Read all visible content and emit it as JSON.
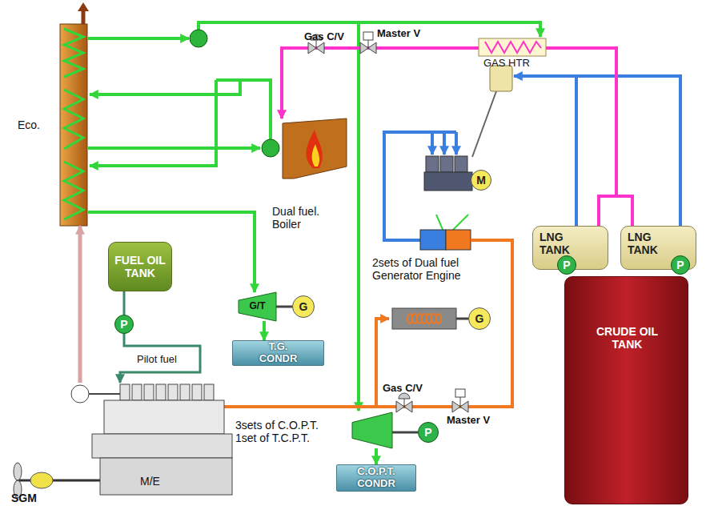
{
  "diagram": {
    "nodes": [
      {
        "text": [
          "Eco."
        ]
      },
      {
        "text": [
          "GAS HTR"
        ]
      },
      {
        "text": [
          "Dual fuel. Boiler"
        ]
      },
      {
        "text": [
          "FUEL OIL TANK"
        ]
      },
      {
        "text": [
          "LNG TANK"
        ]
      },
      {
        "text": [
          "P"
        ],
        "in": 4
      },
      {
        "text": [
          "LNG TANK"
        ]
      },
      {
        "text": [
          "P"
        ],
        "in": 6
      },
      {
        "text": [
          "2sets of Dual fuel Generator Engine"
        ]
      },
      {
        "text": [
          "G"
        ]
      },
      {
        "text": [
          "G/T"
        ]
      },
      {
        "text": [
          "G"
        ]
      },
      {
        "text": [
          "P"
        ]
      },
      {
        "text": [
          "CRUDE OIL TANK"
        ]
      },
      {
        "text": [
          "T.G. CONDR"
        ]
      },
      {
        "text": [
          "M/E"
        ]
      },
      {
        "text": [
          "3sets of C.O.P.T. 1set of T.C.P.T."
        ]
      },
      {
        "text": [
          "P"
        ]
      },
      {
        "text": [
          "C.O.P.T. CONDR"
        ]
      },
      {
        "text": [
          "M"
        ]
      }
    ],
    "edges": [
      {
        "from": 15,
        "to": 0,
        "arrow": "to"
      },
      {
        "from": 0,
        "to": 10,
        "arrow": "to"
      },
      {
        "from": 10,
        "to": 14,
        "arrow": "to"
      },
      {
        "from": 10,
        "to": 11,
        "arrow": "none"
      },
      {
        "from": 16,
        "to": 18,
        "arrow": "to"
      },
      {
        "from": 16,
        "to": 17,
        "arrow": "none"
      },
      {
        "from": 1,
        "to": 2,
        "arrow": "to"
      },
      {
        "from": 4,
        "to": 1,
        "arrow": "none"
      },
      {
        "from": 6,
        "to": 1,
        "arrow": "none"
      },
      {
        "from": 12,
        "to": 15,
        "arrow": "to",
        "label": "Pilot fuel"
      },
      {
        "from": 8,
        "to": 9,
        "arrow": "none"
      }
    ],
    "labels": [
      "Gas C/V",
      "Master V",
      "Gas C/V",
      "Master V",
      "SGM"
    ]
  }
}
